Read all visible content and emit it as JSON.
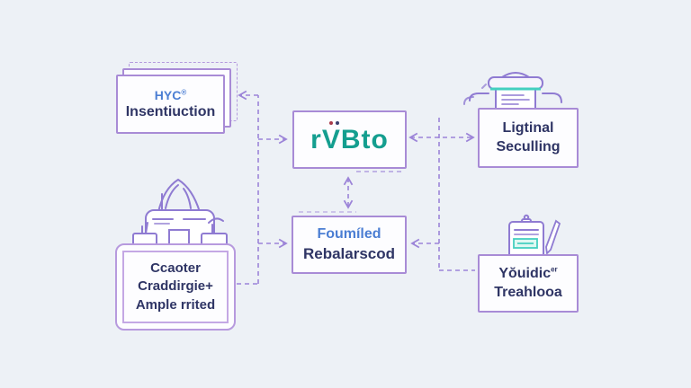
{
  "diagram": {
    "type": "flow-diagram",
    "style": "hand-drawn boxes connected by dashed purple arrows around a central logo"
  },
  "palette": {
    "background": "#edf1f6",
    "box_fill": "#fdfdff",
    "box_border": "#a88bd6",
    "box_border_light": "#c4a8e4",
    "connector": "#9c84d8",
    "text_navy": "#2f3565",
    "text_blue": "#4b7ed3",
    "logo_teal": "#149e8f",
    "icon_purple": "#8f7bd2",
    "icon_teal": "#45cfc0",
    "logo_dot_red": "#a83a4a",
    "logo_dot_navy": "#3a4070"
  },
  "nodes": {
    "kyc": {
      "title": "HYC",
      "title_sup": "®",
      "subtitle": "Insentiuction"
    },
    "logo": {
      "text": "rVBto"
    },
    "digital": {
      "line1": "Ligtinal",
      "line2": "Seculling"
    },
    "funnel": {
      "line1": "Foumíled",
      "line2": "Rebalarscod"
    },
    "counter": {
      "line1": "Ccaoter",
      "line2": "Craddirgie+",
      "line3": "Ample rrited"
    },
    "youidic": {
      "line1": "Yŏuidic",
      "line1_sup": "er",
      "line2": "Treahlooa"
    }
  },
  "icons": [
    "printer-icon above Ligtinal Seculling box",
    "factory-building-icon above Ccaoter box",
    "clipboard-pencil-icon above Yŏuidic box"
  ],
  "connectors": [
    "left dashed trunk with arrow into HYC box, arrow into logo box, arrow into Foumíled box, link to Ccaoter box",
    "vertical double-headed dashed arrow between logo box and Foumíled box",
    "horizontal double-headed dashed arrow between logo box and Ligtinal box",
    "right dashed trunk with arrow into Foumíled box and link to Yŏuidic box"
  ]
}
